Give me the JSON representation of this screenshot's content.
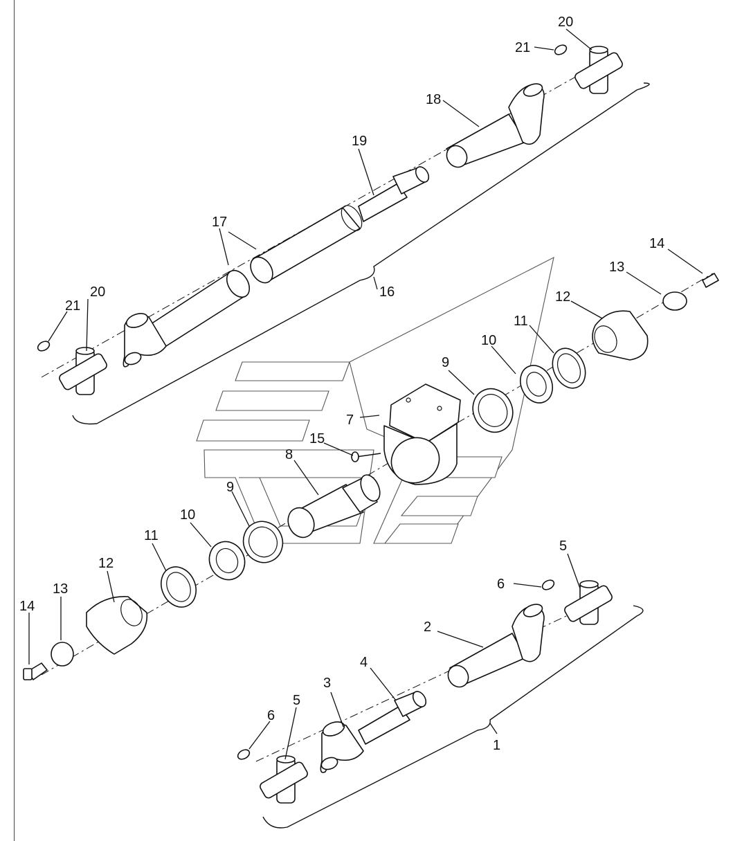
{
  "callouts": {
    "c1": "1",
    "c2": "2",
    "c3": "3",
    "c4": "4",
    "c5a": "5",
    "c5b": "5",
    "c6a": "6",
    "c6b": "6",
    "c7": "7",
    "c8": "8",
    "c9a": "9",
    "c9b": "9",
    "c10a": "10",
    "c10b": "10",
    "c11a": "11",
    "c11b": "11",
    "c12a": "12",
    "c12b": "12",
    "c13a": "13",
    "c13b": "13",
    "c14a": "14",
    "c14b": "14",
    "c15": "15",
    "c16": "16",
    "c17": "17",
    "c18": "18",
    "c19": "19",
    "c20a": "20",
    "c20b": "20",
    "c21a": "21",
    "c21b": "21"
  }
}
